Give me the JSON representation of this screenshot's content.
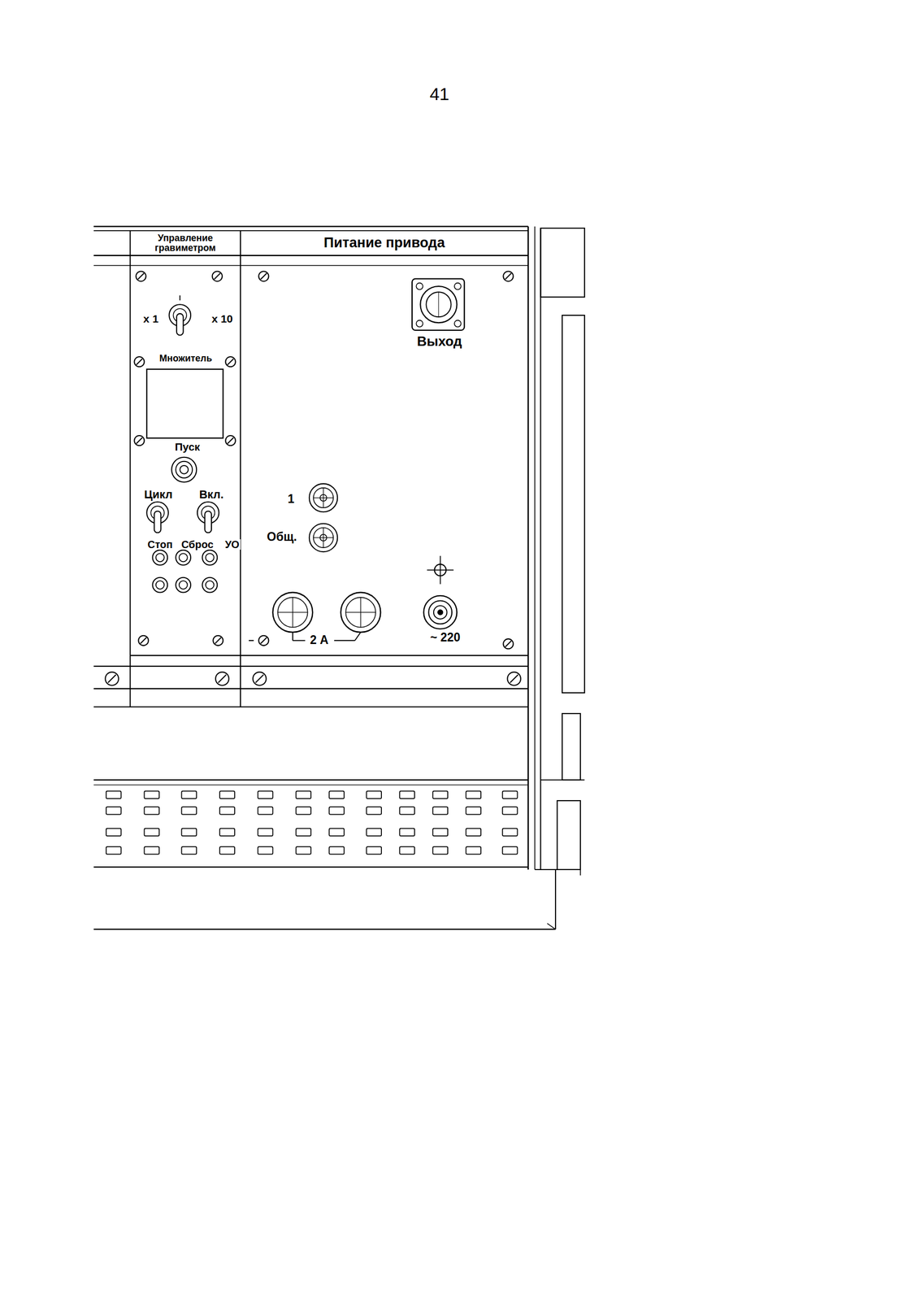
{
  "diagram": {
    "nodes": [
      {
        "text": [
          "Управление гравиметром"
        ]
      },
      {
        "text": [
          "Питание привода"
        ]
      }
    ],
    "labels": [
      "41",
      "x 1",
      "x 10",
      "Множитель",
      "Пуск",
      "Цикл",
      "Вкл.",
      "Стоп",
      "Сброс",
      "УО",
      "Выход",
      "1",
      "Общ.",
      "2 А",
      "~ 220"
    ]
  }
}
